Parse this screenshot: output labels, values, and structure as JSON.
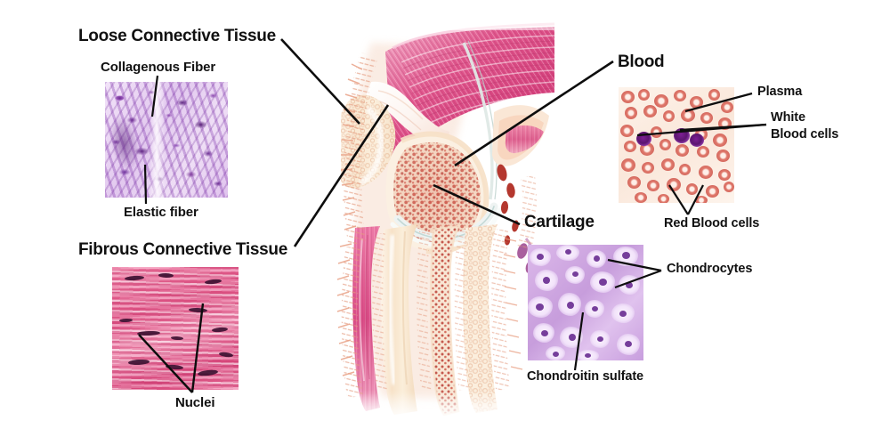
{
  "figure": {
    "kind": "connective-tissue-histology-diagram",
    "background": "#ffffff",
    "label_color": "#111111",
    "leader_color": "#0d0d0d"
  },
  "panels": {
    "loose": {
      "title": "Loose Connective Tissue",
      "callouts": [
        {
          "id": "collagenous-fiber",
          "label": "Collagenous Fiber"
        },
        {
          "id": "elastic-fiber",
          "label": "Elastic fiber"
        }
      ]
    },
    "fibrous": {
      "title": "Fibrous Connective Tissue",
      "callouts": [
        {
          "id": "nuclei",
          "label": "Nuclei"
        }
      ]
    },
    "blood": {
      "title": "Blood",
      "callouts": [
        {
          "id": "plasma",
          "label": "Plasma"
        },
        {
          "id": "white-blood-cells-line1",
          "label": "White"
        },
        {
          "id": "white-blood-cells-line2",
          "label": "Blood cells"
        },
        {
          "id": "red-blood-cells",
          "label": "Red Blood cells"
        }
      ]
    },
    "cartilage": {
      "title": "Cartilage",
      "callouts": [
        {
          "id": "chondrocytes",
          "label": "Chondrocytes"
        },
        {
          "id": "chondroitin-sulfate",
          "label": "Chondroitin sulfate"
        }
      ]
    }
  },
  "center_illustration": {
    "name": "knee-joint-cross-section",
    "description": "Sagittal cut-away of a flexed knee showing muscle, tendon, bone with marrow and articular cartilage"
  },
  "colors": {
    "muscle_pink": "#e0558c",
    "bone_cream": "#f7e3cc",
    "marrow_red": "#c0483c",
    "cartilage_white": "#f2f4f3",
    "loose_tissue_purple": "#b070cf",
    "fibrous_tissue_pink": "#e05c8c",
    "blood_red": "#d4685e",
    "wbc_purple": "#6a1f82",
    "cartilage_lavender": "#c79ddc"
  }
}
